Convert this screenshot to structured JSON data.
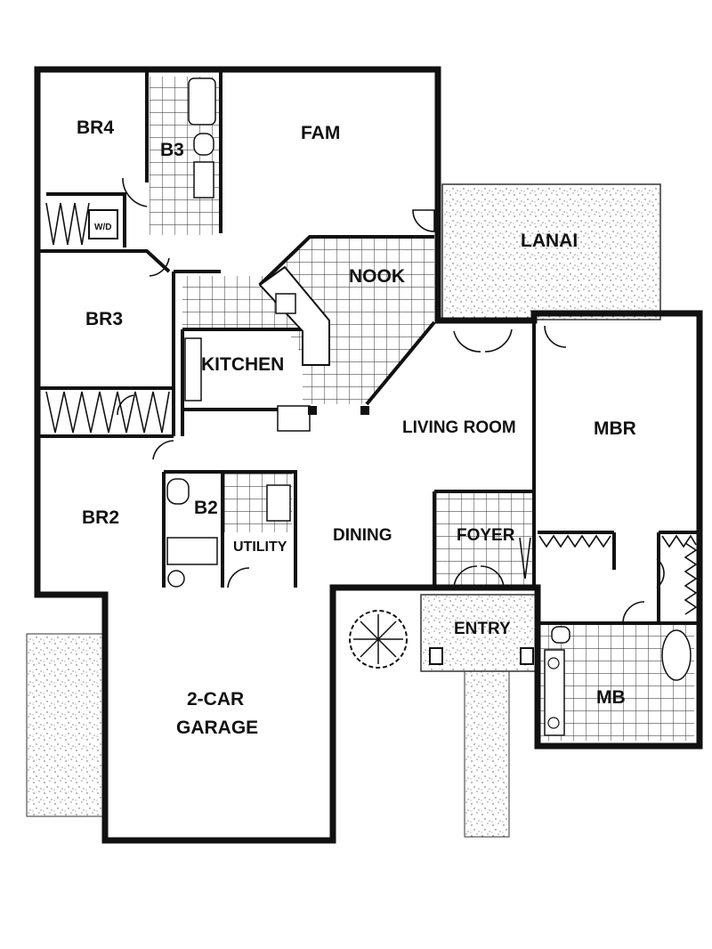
{
  "plan": {
    "rooms": [
      {
        "key": "br4",
        "label": "BR4"
      },
      {
        "key": "b3",
        "label": "B3"
      },
      {
        "key": "fam",
        "label": "FAM"
      },
      {
        "key": "lanai",
        "label": "LANAI"
      },
      {
        "key": "nook",
        "label": "NOOK"
      },
      {
        "key": "br3",
        "label": "BR3"
      },
      {
        "key": "kitchen",
        "label": "KITCHEN"
      },
      {
        "key": "living",
        "label": "LIVING ROOM"
      },
      {
        "key": "mbr",
        "label": "MBR"
      },
      {
        "key": "br2",
        "label": "BR2"
      },
      {
        "key": "b2",
        "label": "B2"
      },
      {
        "key": "utility",
        "label": "UTILITY"
      },
      {
        "key": "dining",
        "label": "DINING"
      },
      {
        "key": "foyer",
        "label": "FOYER"
      },
      {
        "key": "entry",
        "label": "ENTRY"
      },
      {
        "key": "mb",
        "label": "MB"
      },
      {
        "key": "garage_line1",
        "label": "2-CAR"
      },
      {
        "key": "garage_line2",
        "label": "GARAGE"
      }
    ],
    "appliance_label": "W/D"
  }
}
